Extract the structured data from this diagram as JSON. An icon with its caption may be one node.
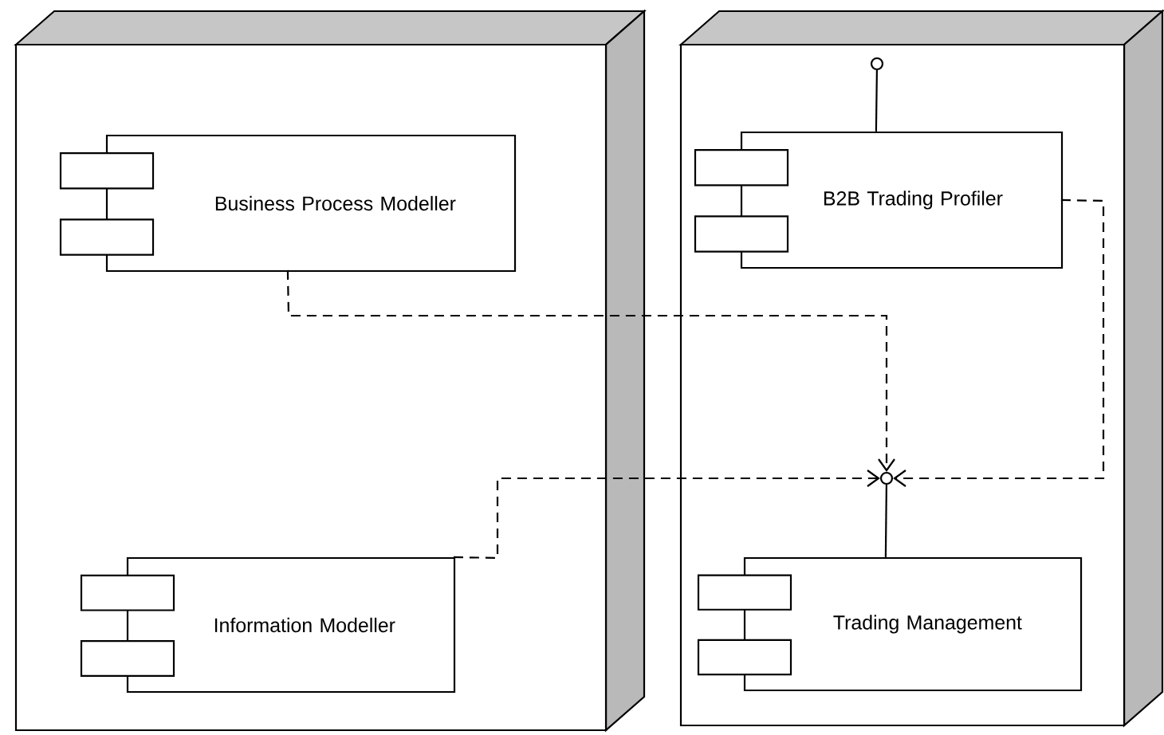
{
  "diagram": {
    "nodes": [
      {
        "text": [],
        "shape": "box"
      },
      {
        "text": [
          "Business Process Modeller"
        ],
        "in": 0
      },
      {
        "text": [
          "Information Modeller"
        ],
        "in": 0
      },
      {
        "text": [],
        "shape": "box"
      },
      {
        "text": [],
        "shape": "circle",
        "in": 3
      },
      {
        "text": [
          "B2B Trading Profiler"
        ],
        "in": 3
      },
      {
        "text": [],
        "shape": "circle",
        "in": 3
      },
      {
        "text": [
          "Trading Management"
        ],
        "in": 3
      }
    ],
    "edges": [
      {
        "from": 5,
        "to": 4,
        "arrow": "none"
      },
      {
        "from": 1,
        "to": 6,
        "arrow": "to",
        "style": "dashed"
      },
      {
        "from": 2,
        "to": 6,
        "arrow": "to",
        "style": "dashed"
      },
      {
        "from": 5,
        "to": 6,
        "arrow": "to",
        "style": "dashed"
      },
      {
        "from": 7,
        "to": 6,
        "arrow": "none"
      }
    ]
  }
}
